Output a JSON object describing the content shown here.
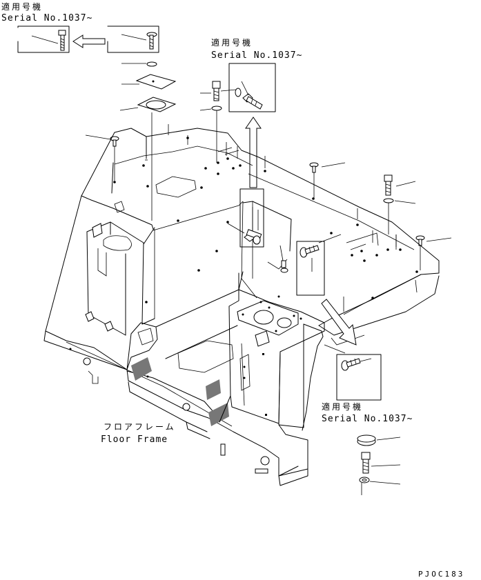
{
  "serial_notes": [
    {
      "line1": "適用号機",
      "line2": "Serial No.1037~"
    },
    {
      "line1": "適用号機",
      "line2": "Serial No.1037~"
    },
    {
      "line1": "適用号機",
      "line2": "Serial No.1037~"
    }
  ],
  "part_label": {
    "jp": "フロアフレーム",
    "en": "Floor Frame"
  },
  "drawing_code": "PJOC183"
}
